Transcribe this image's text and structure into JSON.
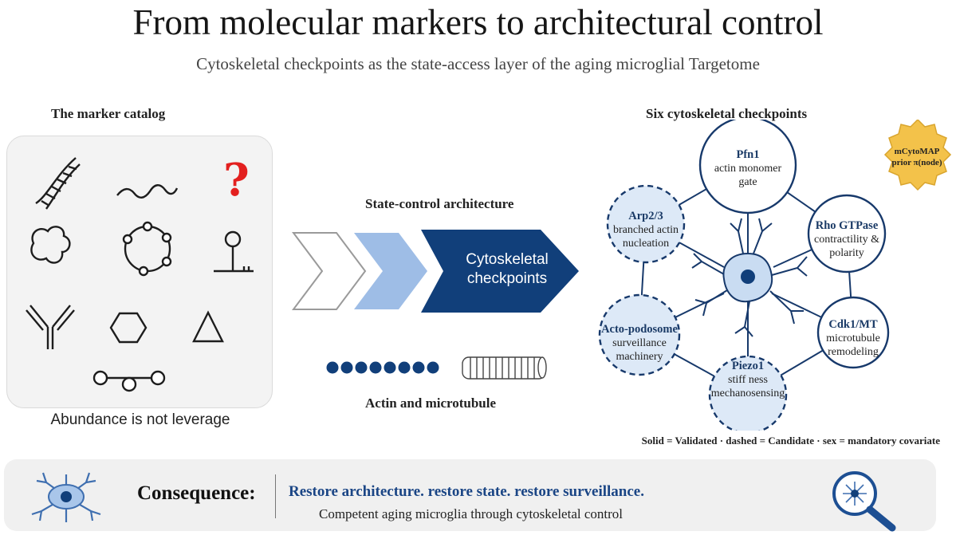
{
  "title": "From molecular markers to architectural control",
  "subtitle": "Cytoskeletal checkpoints as the state-access layer of the aging microglial Targetome",
  "catalog": {
    "heading": "The marker catalog",
    "caption": "Abundance is not leverage",
    "question_mark": "?",
    "icons": [
      "dna-icon",
      "wavy-strand-icon",
      "question-mark-icon",
      "blob-icon",
      "ring-icon",
      "stem-loop-icon",
      "antibody-icon",
      "hexagon-icon",
      "triangle-icon",
      "chain-icon"
    ]
  },
  "architecture": {
    "heading": "State-control architecture",
    "checkpoint_line1": "Cytoskeletal",
    "checkpoint_line2": "checkpoints",
    "filament_caption": "Actin and microtubule",
    "colors": {
      "light": "#9ebde6",
      "dark": "#113f7a",
      "outline": "#9a9a9a"
    }
  },
  "network": {
    "heading": "Six cytoskeletal checkpoints",
    "badge_line1": "mCytoMAP",
    "badge_line2": "prior π(node)",
    "nodes": [
      {
        "name": "Pfn1",
        "line1": "actin monomer",
        "line2": "gate",
        "status": "validated"
      },
      {
        "name": "Rho GTPase",
        "line1": "contractility &",
        "line2": "polarity",
        "status": "validated"
      },
      {
        "name": "Cdk1/MT",
        "line1": "microtubule",
        "line2": "remodeling",
        "status": "validated"
      },
      {
        "name": "Piezo1",
        "line1": "stiff ness",
        "line2": "mechanosensing",
        "status": "candidate"
      },
      {
        "name": "Acto-podosome",
        "line1": "surveillance",
        "line2": "machinery",
        "status": "candidate"
      },
      {
        "name": "Arp2/3",
        "line1": "branched actin",
        "line2": "nucleation",
        "status": "candidate"
      }
    ],
    "legend": "Solid = Validated · dashed = Candidate · sex = mandatory covariate",
    "colors": {
      "node_stroke": "#17396b",
      "candidate_fill": "#dde9f7",
      "badge": "#f3c24a"
    }
  },
  "consequence": {
    "label": "Consequence:",
    "headline": "Restore architecture. restore state. restore surveillance.",
    "subline": "Competent aging microglia through cytoskeletal control"
  }
}
